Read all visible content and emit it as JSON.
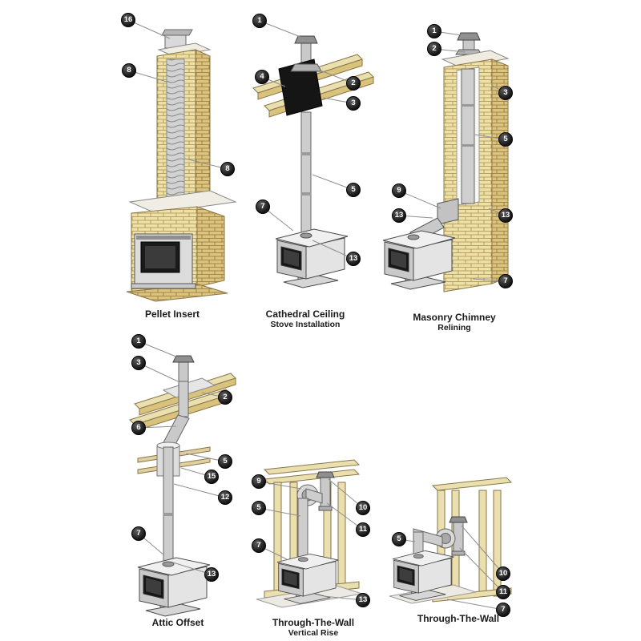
{
  "figure": {
    "description": "Stove venting installation configurations diagram",
    "background": "#ffffff",
    "badge_color": "#141414",
    "badge_text_color": "#ffffff",
    "brick_color": "#eee1a8",
    "wood_color": "#eadfae",
    "pipe_color": "#cdcdcd"
  },
  "diagrams": [
    {
      "title": "Pellet Insert",
      "subtitle": "",
      "callouts": [
        "16",
        "8",
        "8"
      ]
    },
    {
      "title": "Cathedral Ceiling",
      "subtitle": "Stove Installation",
      "callouts": [
        "1",
        "2",
        "3",
        "4",
        "5",
        "7",
        "13"
      ]
    },
    {
      "title": "Masonry Chimney",
      "subtitle": "Relining",
      "callouts": [
        "1",
        "2",
        "3",
        "5",
        "9",
        "13",
        "13",
        "7"
      ]
    },
    {
      "title": "Attic Offset",
      "subtitle": "",
      "callouts": [
        "1",
        "3",
        "2",
        "6",
        "5",
        "15",
        "12",
        "7",
        "13"
      ]
    },
    {
      "title": "Through-The-Wall",
      "subtitle": "Vertical Rise",
      "callouts": [
        "9",
        "10",
        "5",
        "11",
        "7",
        "13"
      ]
    },
    {
      "title": "Through-The-Wall",
      "subtitle": "",
      "callouts": [
        "5",
        "10",
        "11",
        "7"
      ]
    }
  ]
}
